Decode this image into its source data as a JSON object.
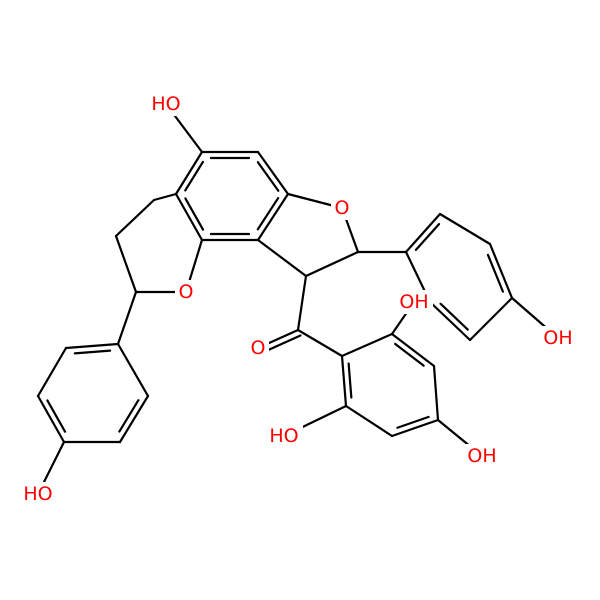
{
  "molecule": {
    "colors": {
      "bond": "#000000",
      "oxygen": "#ff0000"
    },
    "atom_labels": {
      "oh_top": "HO",
      "o_furan": "O",
      "o_pyran": "O",
      "o_carbonyl": "O",
      "oh_right_ring": "OH",
      "oh_ortho_top": "OH",
      "oh_ortho_bottom": "HO",
      "oh_para": "OH",
      "oh_left_ring": "HO"
    }
  }
}
